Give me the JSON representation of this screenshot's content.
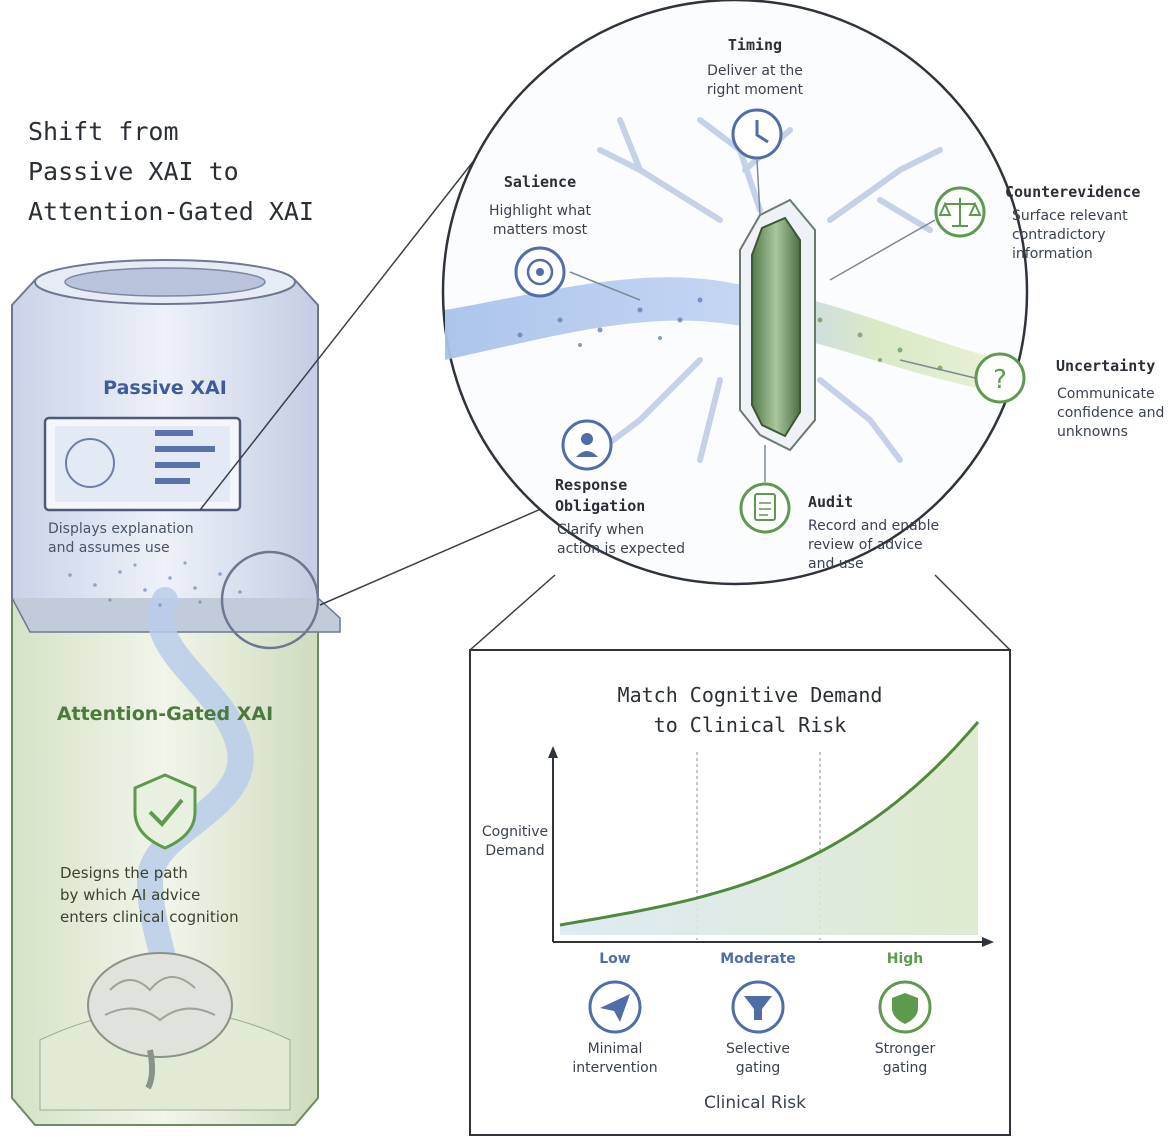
{
  "title": "Shift from\nPassive XAI to\nAttention-Gated XAI",
  "passive": {
    "heading": "Passive XAI",
    "desc": "Displays explanation\nand assumes use"
  },
  "gated": {
    "heading": "Attention-Gated XAI",
    "desc": "Designs the path\nby which AI advice\nenters clinical cognition"
  },
  "features": {
    "timing": {
      "title": "Timing",
      "desc": "Deliver at the\nright moment",
      "icon": "clock-icon"
    },
    "salience": {
      "title": "Salience",
      "desc": "Highlight what\nmatters most",
      "icon": "target-icon"
    },
    "counterevidence": {
      "title": "Counterevidence",
      "desc": "Surface relevant\ncontradictory\ninformation",
      "icon": "scales-icon"
    },
    "uncertainty": {
      "title": "Uncertainty",
      "desc": "Communicate\nconfidence and\nunknowns",
      "icon": "question-icon"
    },
    "response": {
      "title": "Response\nObligation",
      "desc": "Clarify when\naction is expected",
      "icon": "person-icon"
    },
    "audit": {
      "title": "Audit",
      "desc": "Record and enable\nreview of advice\nand use",
      "icon": "clipboard-icon"
    }
  },
  "colors": {
    "blue": "#4f6ea8",
    "green": "#5e9a4e",
    "stroke": "#3a3f47"
  },
  "chart": {
    "title": "Match Cognitive Demand\nto Clinical Risk",
    "ylabel": "Cognitive\nDemand",
    "xlabel": "Clinical Risk",
    "levels": [
      {
        "name": "Low",
        "desc": "Minimal\nintervention",
        "icon": "paper-plane-icon",
        "color": "#4f6ea8"
      },
      {
        "name": "Moderate",
        "desc": "Selective\ngating",
        "icon": "funnel-icon",
        "color": "#4f6ea8"
      },
      {
        "name": "High",
        "desc": "Stronger\ngating",
        "icon": "shield-icon",
        "color": "#5e9a4e"
      }
    ]
  }
}
